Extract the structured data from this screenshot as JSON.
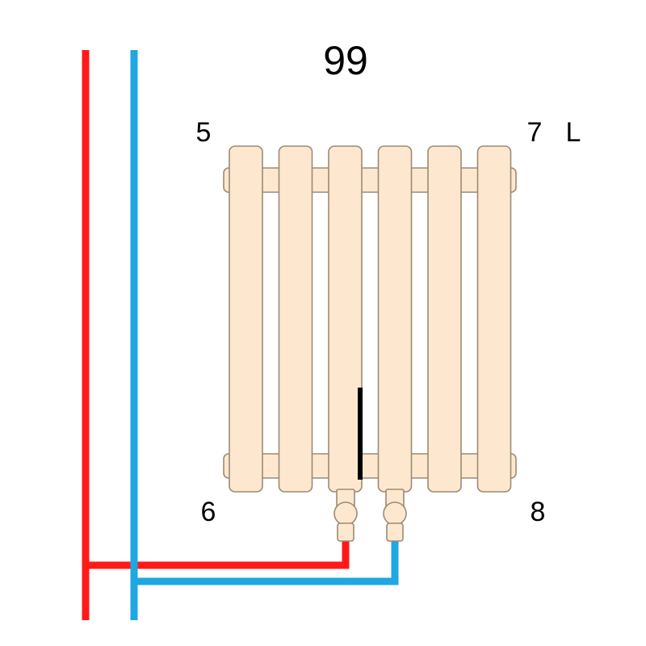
{
  "model_number": "99",
  "corner_labels": {
    "top_left": "5",
    "top_right": "7",
    "bottom_left": "6",
    "bottom_right": "8"
  },
  "side_label": "L",
  "radiator": {
    "section_count": 6,
    "body_color": "#fde8cf",
    "edge_color": "#9c8a74"
  },
  "pipes": {
    "supply_color": "#ff1a1a",
    "return_color": "#1ea7e1"
  },
  "sensor_color": "#000000"
}
